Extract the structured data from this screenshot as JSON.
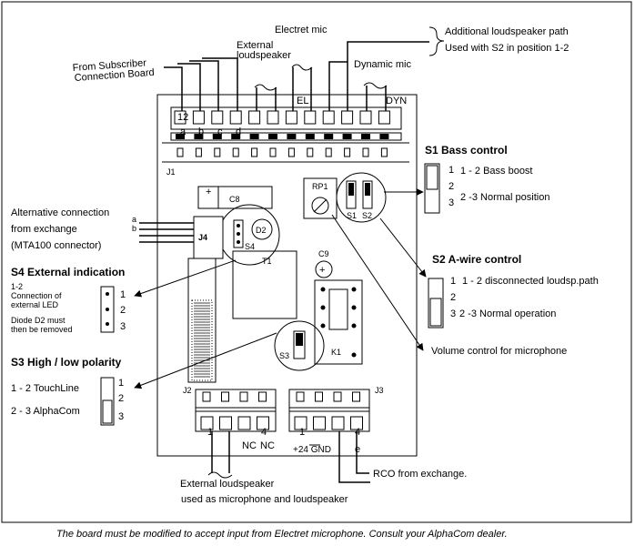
{
  "labels": {
    "electret_mic": "Electret mic",
    "external_loudspeaker": [
      "External",
      "loudspeaker"
    ],
    "from_subscriber": [
      "From Subscriber",
      "Connection Board"
    ],
    "additional_path": [
      "Additional loudspeaker path",
      "Used with S2 in position 1-2"
    ],
    "dynamic_mic": "Dynamic mic",
    "el": "EL",
    "dyn": "DYN",
    "terminal_abcd": [
      "a",
      "b",
      "c",
      "d"
    ],
    "j1_12": "12",
    "j1": "J1",
    "c8": "C8",
    "plus": "+",
    "rp1": "RP1",
    "s1": "S1",
    "s2": "S2",
    "s3": "S3",
    "s4": "S4",
    "j4": "J4",
    "d2": "D2",
    "t1": "T1",
    "c9": "C9",
    "k1": "K1",
    "j2": "J2",
    "j3": "J3",
    "j2_terms": [
      "1",
      "NC",
      "NC",
      "4"
    ],
    "j3_terms": [
      "1",
      "4"
    ],
    "j3_bottom": "+24 GND",
    "j3_e": "e",
    "exchange_ab": [
      "a",
      "b"
    ],
    "alt_connection": [
      "Alternative connection",
      "from exchange",
      "(MTA100 connector)"
    ],
    "s1_title": "S1 Bass control",
    "s1_pos": [
      "1",
      "2",
      "3"
    ],
    "s1_desc": [
      "1 - 2 Bass boost",
      "2 -3 Normal position"
    ],
    "s2_title": "S2 A-wire control",
    "s2_pos": [
      "1",
      "2",
      "3"
    ],
    "s2_desc": [
      "1 - 2  disconnected loudsp.path",
      "2 -3 Normal operation"
    ],
    "s4_title": "S4 External indication",
    "s4_desc": [
      "1-2",
      "Connection of",
      "external LED",
      "Diode D2 must",
      "then be removed"
    ],
    "s4_pos": [
      "1",
      "2",
      "3"
    ],
    "s3_title": "S3 High / low polarity",
    "s3_desc": [
      "1 - 2 TouchLine",
      "2 - 3 AlphaCom"
    ],
    "s3_pos": [
      "1",
      "2",
      "3"
    ],
    "volume_control": "Volume control for microphone",
    "rco": "RCO from exchange.",
    "ext_loudspeaker_bottom": [
      "External loudspeaker",
      "used as microphone and loudspeaker"
    ],
    "footer": "The board must be modified to accept input from Electret microphone. Consult your AlphaCom dealer."
  }
}
